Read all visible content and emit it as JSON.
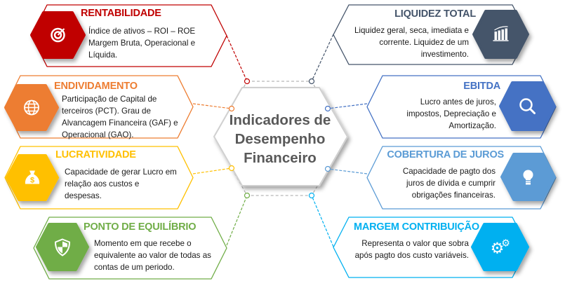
{
  "center": {
    "line1": "Indicadores de",
    "line2": "Desempenho",
    "line3": "Financeiro"
  },
  "cards": [
    {
      "title": "RENTABILIDADE",
      "text": "Índice de ativos – ROI – ROE Margem Bruta, Operacional e Líquida.",
      "color": "#C00000",
      "icon": "target-icon"
    },
    {
      "title": "ENDIVIDAMENTO",
      "text": "Participação de Capital de terceiros (PCT). Grau de Alvancagem Financeira (GAF) e Operacional (GAO).",
      "color": "#ED7D31",
      "icon": "globe-icon"
    },
    {
      "title": "LUCRATIVIDADE",
      "text": "Capacidade de gerar Lucro em relação aos custos e despesas.",
      "color": "#FFC000",
      "icon": "money-bag-icon"
    },
    {
      "title": "PONTO DE EQUILÍBRIO",
      "text": "Momento em que recebe o equivalente ao valor de todas as contas de um periodo.",
      "color": "#70AD47",
      "icon": "shield-icon"
    },
    {
      "title": "LIQUIDEZ TOTAL",
      "text": "Liquidez geral, seca, imediata e corrente. Liquidez de um investimento.",
      "color": "#44546A",
      "icon": "bar-chart-icon"
    },
    {
      "title": "EBITDA",
      "text": "Lucro antes de juros, impostos, Depreciação e Amortização.",
      "color": "#4472C4",
      "icon": "magnifier-icon"
    },
    {
      "title": "COBERTURA DE JUROS",
      "text": "Capacidade de pagto dos juros de dívida e cumprir obrigações financeiras.",
      "color": "#5B9BD5",
      "icon": "lightbulb-icon"
    },
    {
      "title": "MARGEM CONTRIBUIÇÃO",
      "text": "Representa o valor que sobra após pagto dos custo variáveis.",
      "color": "#00B0F0",
      "icon": "gears-icon"
    }
  ]
}
